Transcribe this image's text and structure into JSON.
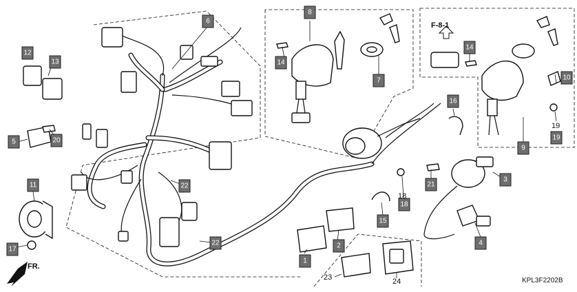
{
  "diagram": {
    "callouts": [
      "1",
      "2",
      "3",
      "4",
      "5",
      "6",
      "7",
      "8",
      "9",
      "10",
      "11",
      "12",
      "13",
      "14",
      "14",
      "15",
      "16",
      "17",
      "18",
      "18",
      "19",
      "19",
      "20",
      "21",
      "22",
      "22"
    ],
    "view_label": "F-8-1",
    "front_label": "FR.",
    "plain_numbers": [
      "18",
      "19",
      "23",
      "24"
    ],
    "diagram_code": "KPL3F2202B"
  }
}
